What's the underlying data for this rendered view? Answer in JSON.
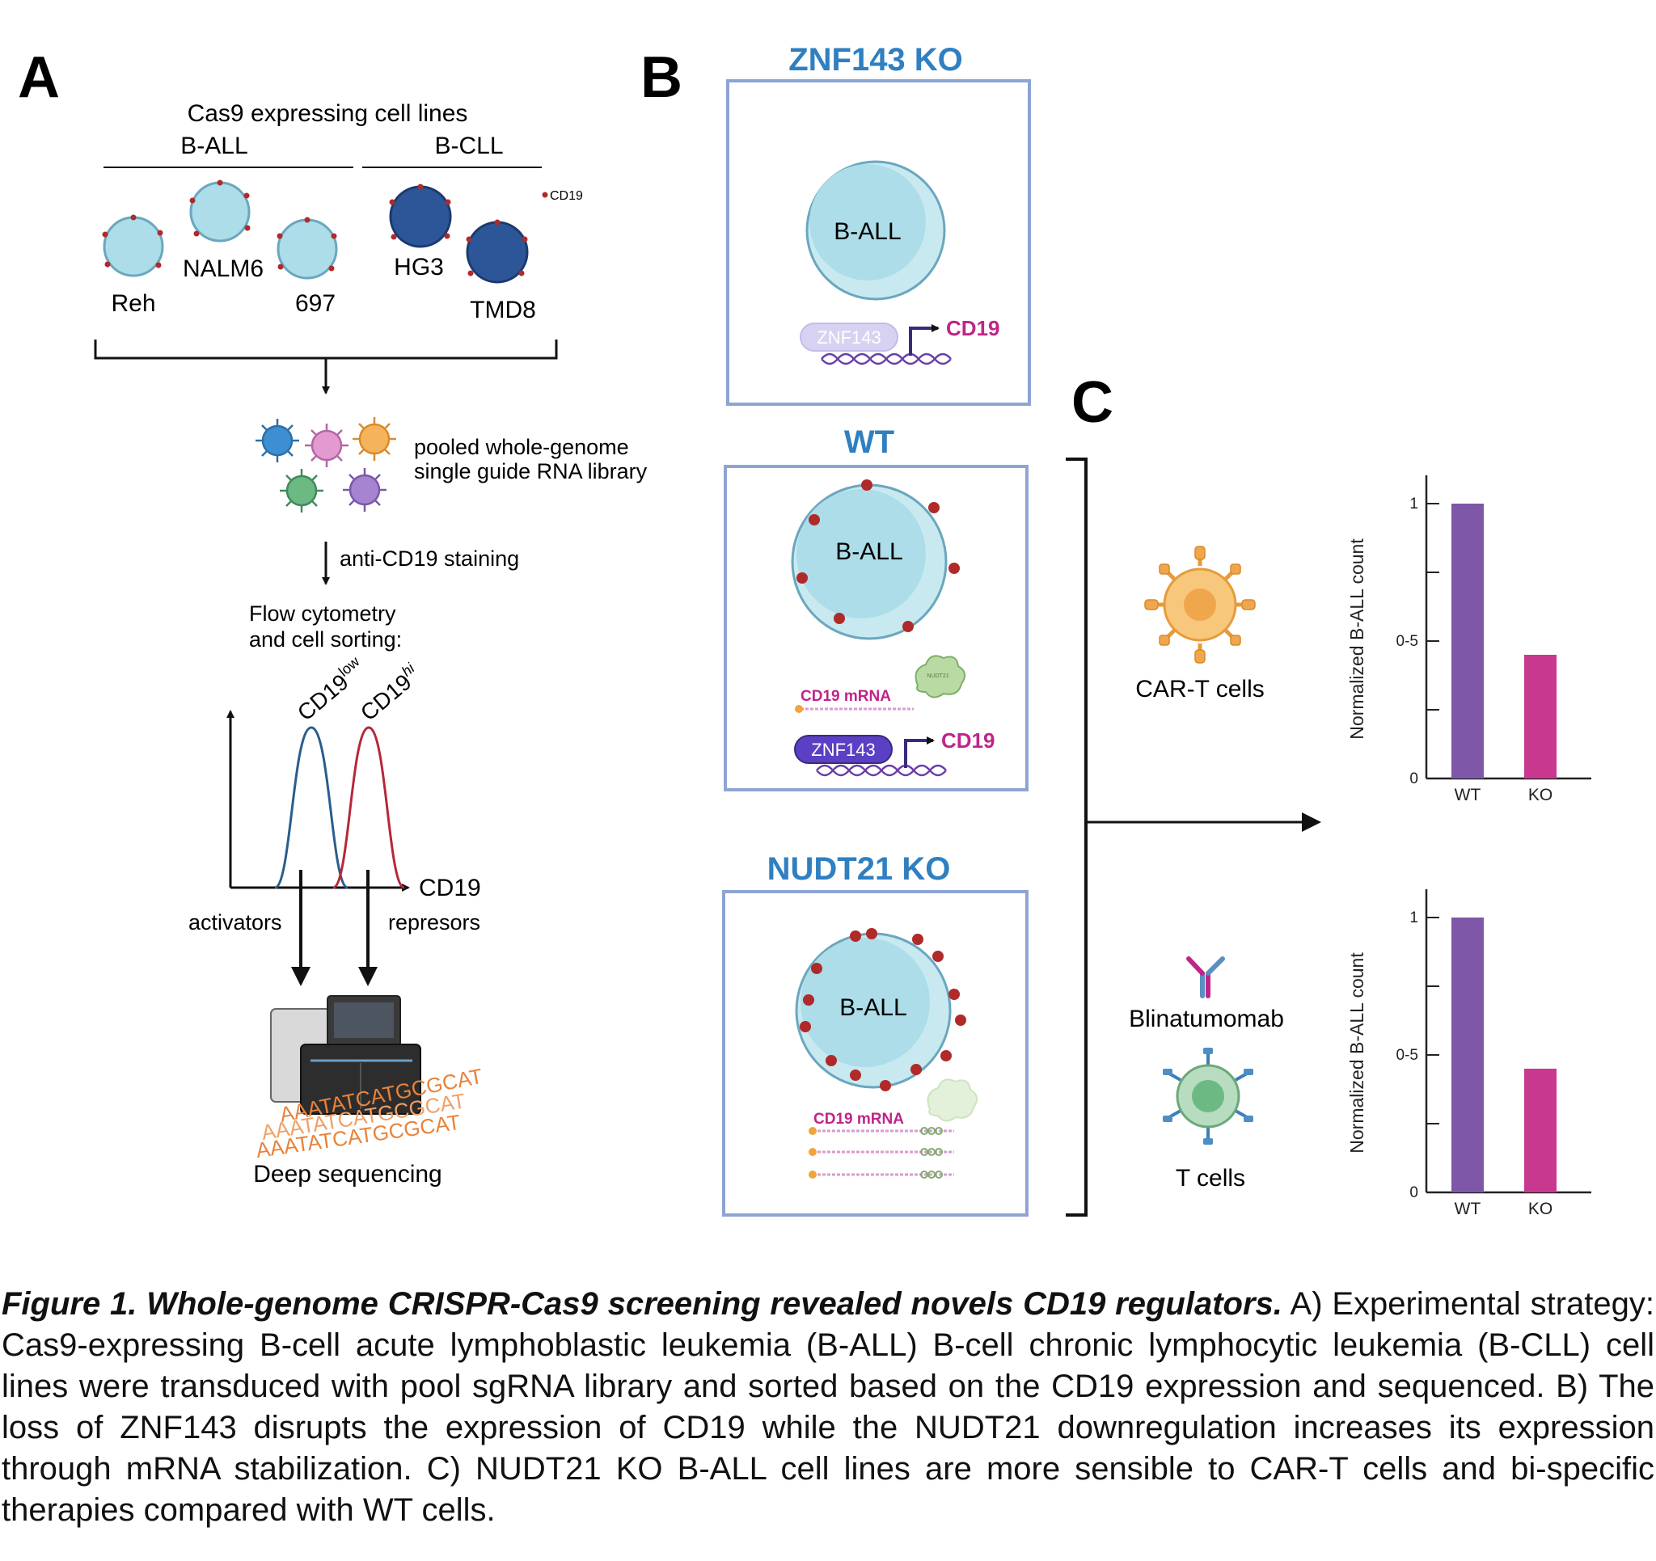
{
  "panels": {
    "a": "A",
    "b": "B",
    "c": "C"
  },
  "panel_a": {
    "header": "Cas9 expressing cell lines",
    "group_ball": "B-ALL",
    "group_bcll": "B-CLL",
    "cd19_legend": "CD19",
    "cells": [
      "Reh",
      "NALM6",
      "697",
      "HG3",
      "TMD8"
    ],
    "library": [
      "pooled whole-genome",
      "single guide RNA library"
    ],
    "staining": "anti-CD19 staining",
    "flow": [
      "Flow cytometry",
      "and cell sorting:"
    ],
    "cd19_low_base": "CD19",
    "cd19_low_sup": "low",
    "cd19_hi_base": "CD19",
    "cd19_hi_sup": "hi",
    "axis_label": "CD19",
    "activators": "activators",
    "repressors": "represors",
    "seq_letters": "AAATATCATGCGCAT",
    "sequencing": "Deep sequencing"
  },
  "panel_b": {
    "ko1_title": "ZNF143 KO",
    "wt_title": "WT",
    "ko2_title": "NUDT21 KO",
    "cell_label": "B-ALL",
    "znf": "ZNF143",
    "cd19": "CD19",
    "mrna": "CD19 mRNA",
    "nudt21_mini": "NUDT21"
  },
  "panel_c": {
    "cart": "CAR-T cells",
    "blina": "Blinatumomab",
    "tcells": "T cells"
  },
  "colors": {
    "wt_bar": "#7e57a8",
    "ko_bar": "#c8388f",
    "title_blue": "#2f7fc1",
    "box_border": "#8ea4d2",
    "cell_fill": "#acdde9",
    "cll_fill": "#2c5697",
    "dot_red": "#b02a2a",
    "cd19_pink": "#c0248a"
  },
  "chart_data": [
    {
      "type": "bar",
      "categories": [
        "WT",
        "KO"
      ],
      "values": [
        1.0,
        0.45
      ],
      "ylabel": "Normalized B-ALL count",
      "yticks": [
        "0",
        "0-5",
        "1"
      ],
      "ylim": [
        0,
        1.1
      ]
    },
    {
      "type": "bar",
      "categories": [
        "WT",
        "KO"
      ],
      "values": [
        1.0,
        0.45
      ],
      "ylabel": "Normalized B-ALL count",
      "yticks": [
        "0",
        "0-5",
        "1"
      ],
      "ylim": [
        0,
        1.1
      ]
    }
  ],
  "caption": {
    "title": "Figure 1. Whole-genome CRISPR-Cas9 screening revealed novels CD19 regulators.",
    "text": " A) Experimental strategy: Cas9-expressing B-cell acute lymphoblastic leukemia (B-ALL) B-cell chronic lymphocytic leukemia (B-CLL) cell lines were transduced with pool sgRNA library and sorted based on the CD19 expression and sequenced. B) The loss of ZNF143 disrupts the expression of CD19 while the NUDT21 downregulation increases its expression through mRNA stabilization. C) NUDT21 KO B-ALL cell lines are more sensible to CAR-T cells and bi-specific therapies compared with WT cells."
  }
}
